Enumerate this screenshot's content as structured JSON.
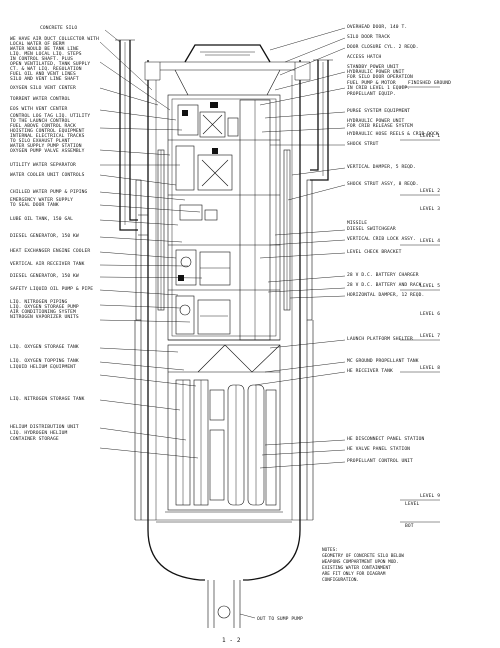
{
  "left_labels": [
    "CONCRETE SILO",
    "WE HAVE AIR DUCT COLLECTOR WITH",
    "LOCAL WATER OF BERM",
    "WATER WOULD BE TANK LINE",
    "LIQ. MEN LOCAL LIQ. STEPS",
    "IN CONTROL SHAFT. PLUS",
    "OPEN VENTILATED, TANK SUPPLY",
    "CT. & WAT LIQ. REGULATION",
    "FUEL OIL AND VENT LINES",
    "SILO AND VENT LINE SHAFT",
    "OXYGEN SILO VENT CENTER",
    "TORRENT WATER CONTROL",
    "EOS WITH VENT CENTER",
    "CONTROL LOG TAG LIQ. UTILITY",
    "TO THE LAUNCH CONTROL",
    "FUEL ABOVE CONTROL RACK",
    "HOISTING CONTROL EQUIPMENT",
    "INTERNAL ELECTRICAL TRACKS",
    "TO SILO EXHAUST PLANT",
    "WATER SUPPLY PUMP STATION",
    "OXYGEN PUMP VALVE ASSEMBLY",
    "UTILITY WATER SEPARATOR",
    "WATER COOLER UNIT CONTROLS",
    "CHILLED WATER PUMP & PIPING",
    "EMERGENCY WATER SUPPLY",
    "TO SEAL DOOR TANK",
    "LUBE OIL TANK, 150 GAL",
    "DIESEL GENERATOR, 150 KW",
    "HEAT EXCHANGER ENGINE COOLER",
    "VERTICAL AIR RECEIVER TANK",
    "DIESEL GENERATOR, 150 KW",
    "SAFETY LIQUID OIL PUMP & PIPE",
    "LIQ. NITROGEN PIPING",
    "LIQ. OXYGEN STORAGE PUMP",
    "AIR CONDITIONING SYSTEM",
    "NITROGEN VAPORIZER UNITS",
    "LIQ. OXYGEN STORAGE TANK",
    "LIQ. OXYGEN TOPPING TANK",
    "LIQUID HELIUM EQUIPMENT",
    "LIQ. NITROGEN STORAGE TANK",
    "HELIUM DISTRIBUTION UNIT",
    "LIQ. HYDROGEN HELIUM",
    "CONTAINER STORAGE"
  ],
  "right_labels": [
    "OVERHEAD DOOR, 140 T.",
    "SILO DOOR TRACK",
    "DOOR CLOSURE CYL. 2 REQD.",
    "ACCESS HATCH",
    "STANDBY POWER UNIT",
    "HYDRAULIC POWER UNIT",
    "FOR SILO DOOR OPERATION",
    "FUEL PUMP & MOTOR",
    "IN CRIB LEVEL 1 EQUIP.",
    "PROPELLANT EQUIP.",
    "PURGE SYSTEM EQUIPMENT",
    "HYDRAULIC POWER UNIT",
    "FOR CRIB RELEASE SYSTEM",
    "HYDRAULIC HOSE REELS & CRIB DOCK",
    "SHOCK STRUT",
    "VERTICAL DAMPER, 5 REQD.",
    "SHOCK STRUT ASSY, 8 REQD.",
    "MISSILE",
    "DIESEL SWITCHGEAR",
    "VERTICAL CRIB LOCK ASSY.",
    "LEVEL CHECK BRACKET",
    "28 V D.C. BATTERY CHARGER",
    "28 V D.C. BATTERY AND RACK",
    "HORIZONTAL DAMPER, 12 REQD.",
    "LAUNCH PLATFORM SHELTER",
    "MC GROUND PROPELLANT TANK",
    "HE RECEIVER TANK",
    "HE DISCONNECT PANEL STATION",
    "HE VALVE PANEL STATION",
    "PROPELLANT CONTROL UNIT",
    "LEVEL",
    "BOT"
  ],
  "level_labels": [
    "FINISHED GROUND",
    "LEVEL 1",
    "LEVEL 2",
    "LEVEL 3",
    "LEVEL 4",
    "LEVEL 5",
    "LEVEL 6",
    "LEVEL 7",
    "LEVEL 8",
    "LEVEL 9"
  ],
  "notes": [
    "NOTES:",
    "GEOMETRY OF CONCRETE SILO BELOW",
    "WEAPONS COMPARTMENT UPON MOD.",
    "EXISTING WATER CONTAINMENT",
    "ARE FIT ONLY FOR DIAGRAM",
    "CONFIGURATION."
  ],
  "sump_label": "OUT TO SUMP PUMP",
  "page_number": "1 - 2"
}
